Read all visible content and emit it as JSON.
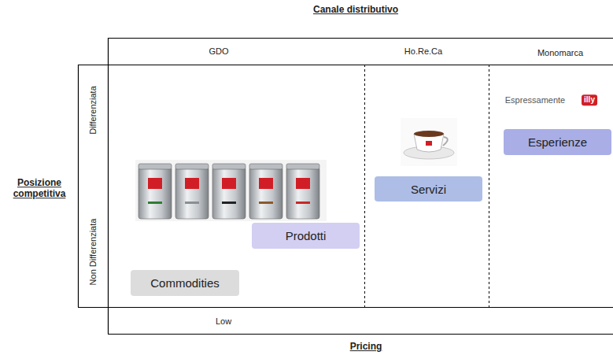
{
  "diagram": {
    "nodes": [
      {
        "text": [
          "Commodities"
        ]
      },
      {
        "text": [
          "Prodotti"
        ]
      },
      {
        "text": [
          "Servizi"
        ]
      },
      {
        "text": [
          "Esperienze"
        ]
      }
    ],
    "labels": [
      "Canale distributivo",
      "GDO",
      "Ho.Re.Ca",
      "Monomarca",
      "Posizione competitiva",
      "Differenziata",
      "Non Differenziata",
      "Low",
      "Pricing",
      "Espressamente",
      "illy"
    ]
  }
}
